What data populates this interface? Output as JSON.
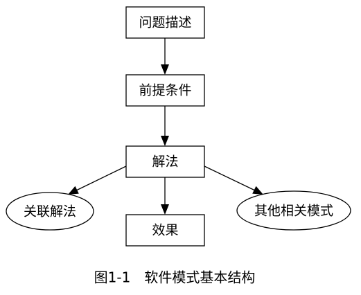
{
  "diagram": {
    "nodes": {
      "problem": "问题描述",
      "precondition": "前提条件",
      "solution": "解法",
      "related_solution": "关联解法",
      "effect": "效果",
      "other_patterns": "其他相关模式"
    },
    "caption": "图1-1　软件模式基本结构"
  },
  "colors": {
    "stroke": "#000000",
    "fill": "#ffffff",
    "text": "#000000"
  }
}
